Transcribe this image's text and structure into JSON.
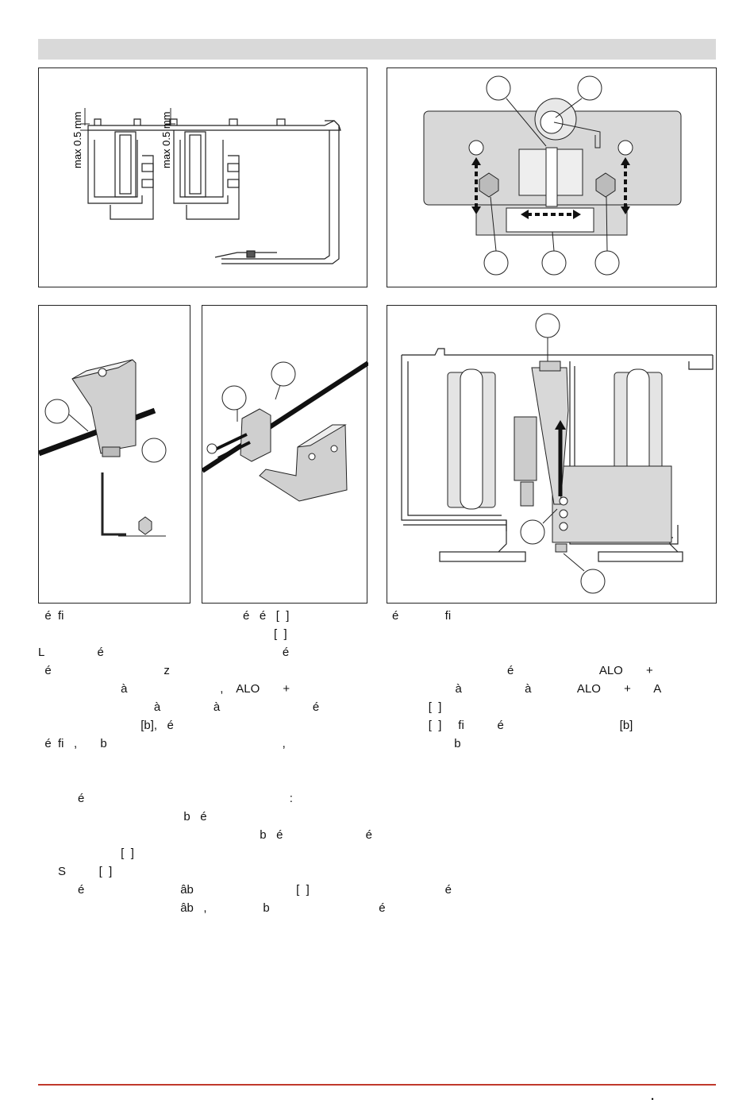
{
  "header": {
    "title": ""
  },
  "figures": {
    "fig1": {
      "dim_label_left": "max 0.5 mm",
      "dim_label_right": "max 0.5 mm"
    }
  },
  "captions": {
    "fig3": "  é  fi",
    "fig4_line1": "é   é   [  ]",
    "fig4_line2": "[  ]",
    "fig5": "é              fi"
  },
  "paragraph1": [
    "L                é                                                      é",
    "  é                                  z                                                                                                      é                          ALO       +",
    "                         à                            ,    ALO       +                                                  à                   à              ALO       +       A",
    "                                   à                à                            é                                 [  ]",
    "                               [b],   é                                                                             [  ]     fi          é                                   [b]",
    "  é  fi   ,       b                                                     ,                                                   b"
  ],
  "paragraph2": [
    "            é                                                              :",
    "                                            b   é",
    "                                                                   b   é                         é",
    "                         [  ]",
    "      S          [  ]",
    "            é                             âb                               [  ]                                         é",
    "                                           âb   ,                 b                                 é"
  ],
  "footer": {
    "mark": "."
  },
  "colors": {
    "accent_rule": "#c0392b",
    "header_bar": "#d9d9d9",
    "plate_fill": "#d8d8d8"
  }
}
